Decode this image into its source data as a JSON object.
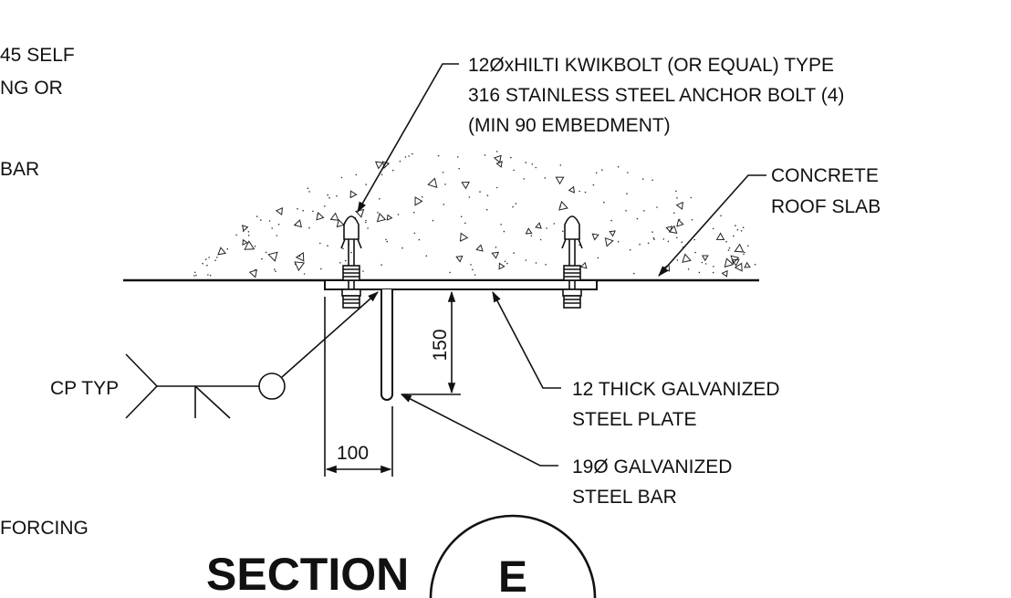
{
  "labels": {
    "left_line1": "45 SELF",
    "left_line2": "NG OR",
    "left_bar": "BAR",
    "left_forcing": "FORCING",
    "anchor_line1": "12ØxHILTI KWIKBOLT (OR EQUAL) TYPE",
    "anchor_line2": "316 STAINLESS STEEL ANCHOR BOLT (4)",
    "anchor_line3": "(MIN 90 EMBEDMENT)",
    "slab_line1": "CONCRETE",
    "slab_line2": "ROOF SLAB",
    "plate_line1": "12 THICK GALVANIZED",
    "plate_line2": "STEEL PLATE",
    "bar_line1": "19Ø GALVANIZED",
    "bar_line2": "STEEL BAR",
    "cp_typ": "CP TYP"
  },
  "dimensions": {
    "vertical": "150",
    "horizontal": "100"
  },
  "title": {
    "section": "SECTION",
    "marker": "E"
  }
}
